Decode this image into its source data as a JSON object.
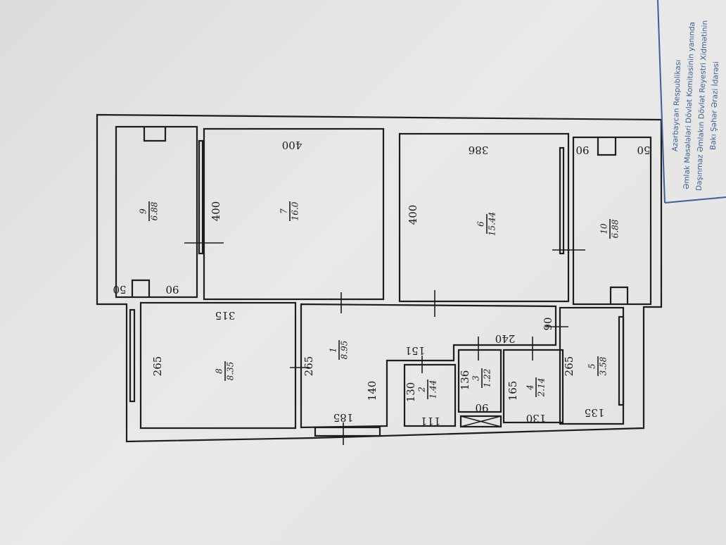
{
  "rooms": [
    {
      "number": "1",
      "area": "8.95",
      "dims": [
        "265",
        "140",
        "185",
        "151",
        "240",
        "90"
      ]
    },
    {
      "number": "2",
      "area": "1.44",
      "dims": [
        "130",
        "111"
      ]
    },
    {
      "number": "3",
      "area": "1.22",
      "dims": [
        "136",
        "90"
      ]
    },
    {
      "number": "4",
      "area": "2.14",
      "dims": [
        "165",
        "130"
      ]
    },
    {
      "number": "5",
      "area": "3.58",
      "dims": [
        "265",
        "135"
      ]
    },
    {
      "number": "6",
      "area": "15.44",
      "dims": [
        "386",
        "400"
      ]
    },
    {
      "number": "7",
      "area": "16.0",
      "dims": [
        "400",
        "400"
      ]
    },
    {
      "number": "8",
      "area": "8.35",
      "dims": [
        "315",
        "265"
      ]
    },
    {
      "number": "9",
      "area": "6.88",
      "dims": [
        "50",
        "90"
      ]
    },
    {
      "number": "10",
      "area": "6.88",
      "dims": [
        "90",
        "50"
      ]
    }
  ],
  "stamp": {
    "lines": [
      "Azərbaycan Respublikası",
      "Əmlak Məsələləri Dövlət Komitəsinin yanında",
      "Daşınmaz Əmlakın Dövlət Reyestri Xidmətinin",
      "Bakı Şəhər Ərazi İdarəsi"
    ],
    "color": "#3d5f9a"
  }
}
